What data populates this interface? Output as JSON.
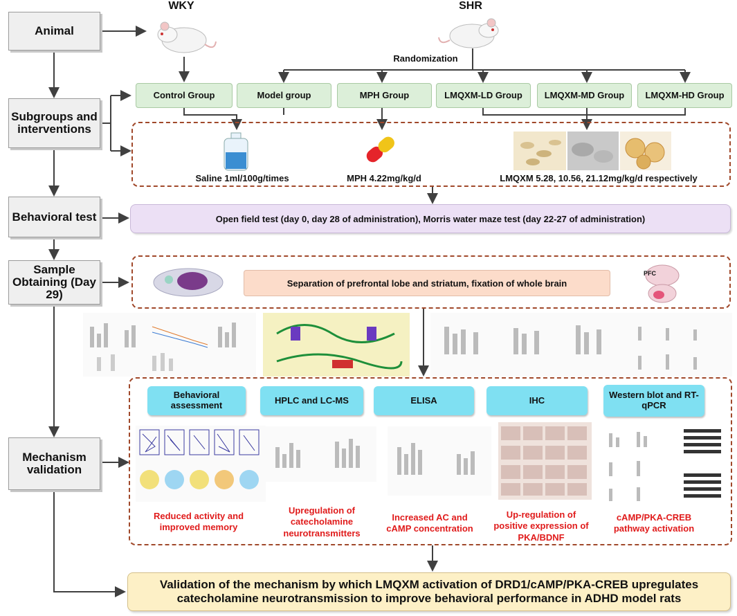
{
  "labels": {
    "wky": "WKY",
    "shr": "SHR",
    "randomization": "Randomization"
  },
  "stages": {
    "animal": "Animal",
    "subgroups": "Subgroups and interventions",
    "behavioral": "Behavioral test",
    "sample": "Sample Obtaining (Day 29)",
    "mechanism": "Mechanism validation"
  },
  "groups": [
    "Control Group",
    "Model group",
    "MPH Group",
    "LMQXM-LD Group",
    "LMQXM-MD Group",
    "LMQXM-HD Group"
  ],
  "interventions": {
    "saline": "Saline 1ml/100g/times",
    "mph": "MPH 4.22mg/kg/d",
    "lmqxm": "LMQXM 5.28, 10.56, 21.12mg/kg/d respectively"
  },
  "behavioral_text": "Open field test (day 0, day 28 of administration), Morris water maze test (day 22-27 of administration)",
  "sample": {
    "text": "Separation of prefrontal lobe and striatum, fixation of whole brain",
    "pfc": "PFC"
  },
  "methods": [
    "Behavioral assessment",
    "HPLC and LC-MS",
    "ELISA",
    "IHC",
    "Western blot and RT-qPCR"
  ],
  "results": [
    "Reduced activity and improved memory",
    "Upregulation of catecholamine neurotransmitters",
    "Increased AC and cAMP concentration",
    "Up-regulation of positive expression of PKA/BDNF",
    "cAMP/PKA-CREB pathway activation"
  ],
  "final": "Validation of the mechanism by which LMQXM activation of DRD1/cAMP/PKA-CREB upregulates catecholamine neurotransmission to improve behavioral performance in ADHD model rats",
  "colors": {
    "arrow": "#404040",
    "dash": "#a0482a",
    "result": "#e01b1b",
    "method_pill": "#7fe0f2",
    "group_box": "#dcefd9"
  }
}
